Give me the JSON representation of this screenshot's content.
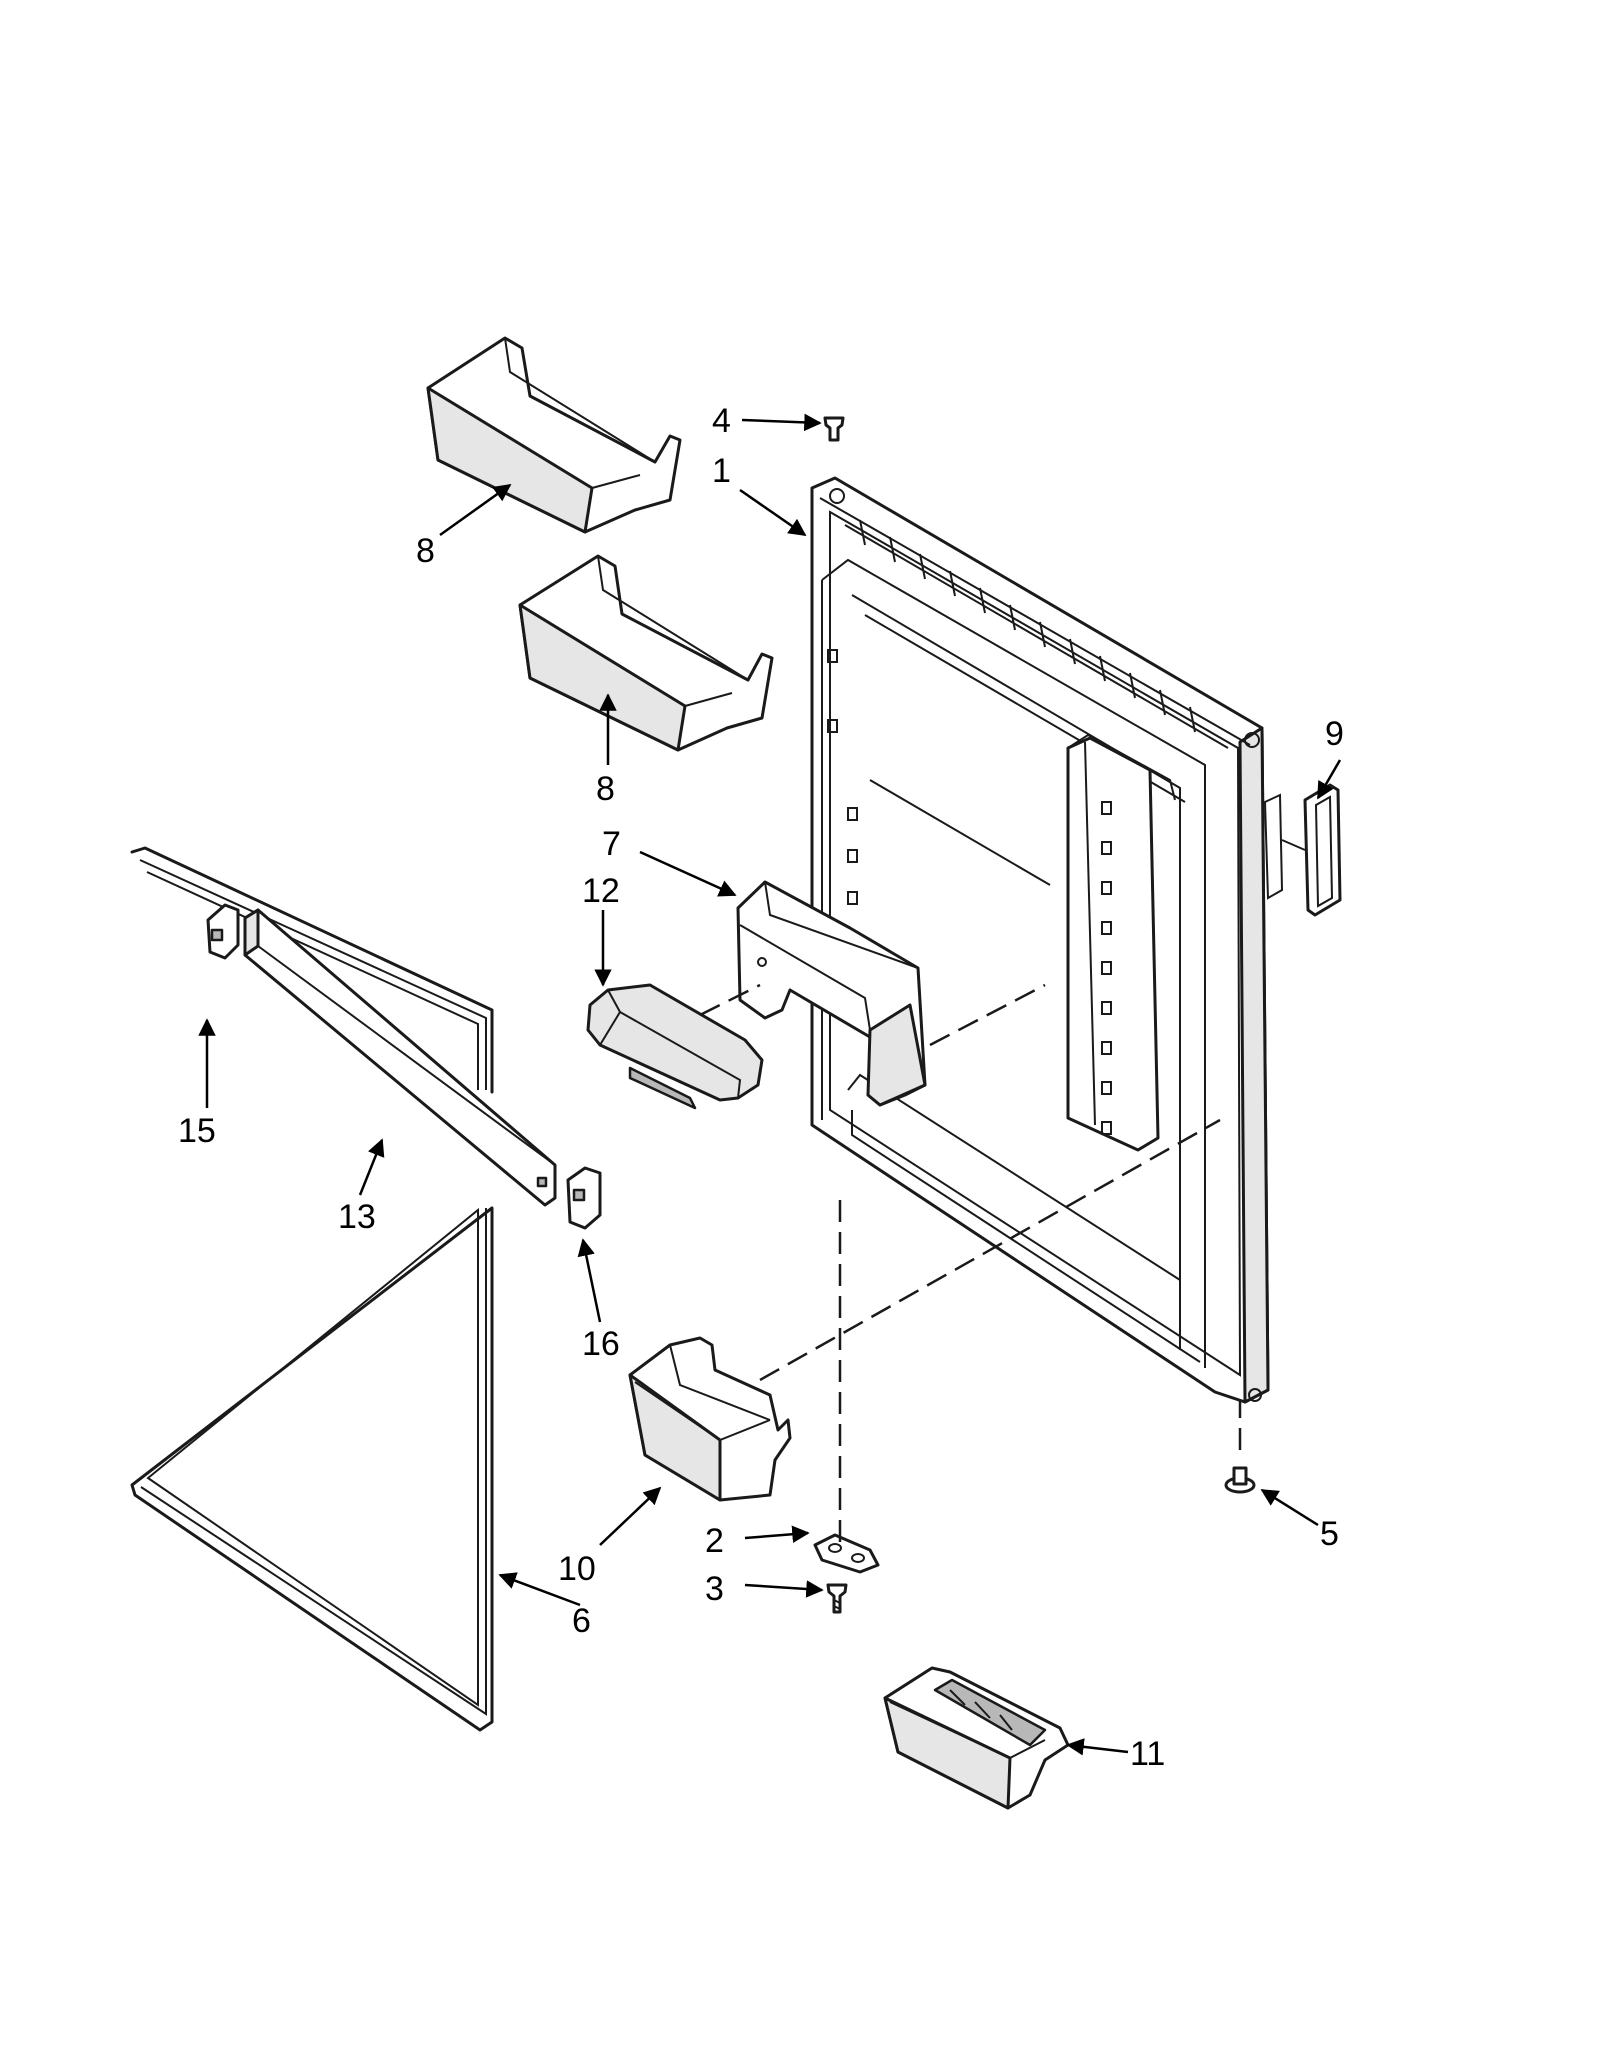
{
  "callouts": [
    {
      "id": "c1",
      "label": "1"
    },
    {
      "id": "c2",
      "label": "2"
    },
    {
      "id": "c3",
      "label": "3"
    },
    {
      "id": "c4",
      "label": "4"
    },
    {
      "id": "c5",
      "label": "5"
    },
    {
      "id": "c6",
      "label": "6"
    },
    {
      "id": "c7",
      "label": "7"
    },
    {
      "id": "c8a",
      "label": "8"
    },
    {
      "id": "c8b",
      "label": "8"
    },
    {
      "id": "c9",
      "label": "9"
    },
    {
      "id": "c10",
      "label": "10"
    },
    {
      "id": "c11",
      "label": "11"
    },
    {
      "id": "c12",
      "label": "12"
    },
    {
      "id": "c13",
      "label": "13"
    },
    {
      "id": "c15",
      "label": "15"
    },
    {
      "id": "c16",
      "label": "16"
    }
  ]
}
